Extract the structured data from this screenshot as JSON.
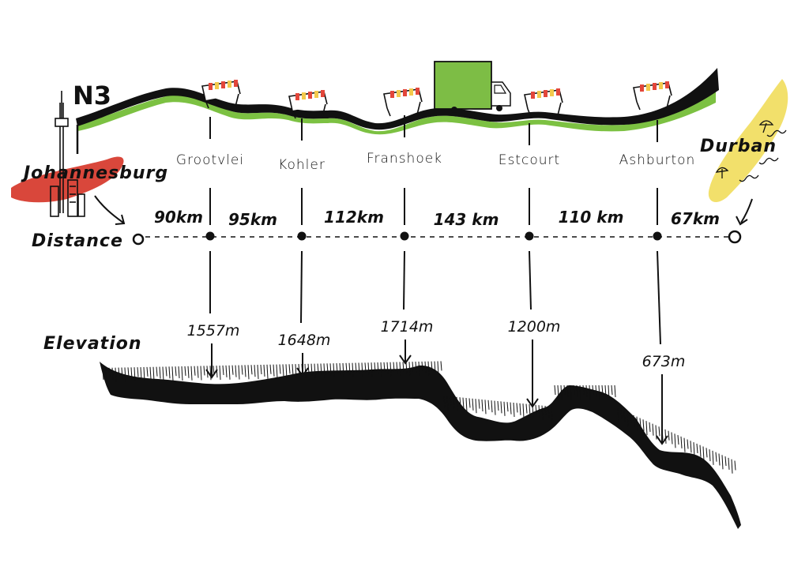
{
  "route": {
    "name": "N3"
  },
  "start_city": {
    "name": "Johannesburg"
  },
  "end_city": {
    "name": "Durban"
  },
  "labels": {
    "distance": "Distance",
    "elevation": "Elevation"
  },
  "stops": [
    {
      "name": "Grootvlei",
      "elevation": "1557m"
    },
    {
      "name": "Kohler",
      "elevation": "1648m"
    },
    {
      "name": "Franshoek",
      "elevation": "1714m"
    },
    {
      "name": "Estcourt",
      "elevation": "1200m"
    },
    {
      "name": "Ashburton",
      "elevation": "673m"
    }
  ],
  "segments": [
    "90km",
    "95km",
    "112km",
    "143 km",
    "110 km",
    "67km"
  ],
  "colors": {
    "ink": "#111111",
    "road_green": "#7cc142",
    "truck_green": "#7dbd45",
    "johannesburg_red": "#d9473b",
    "durban_yellow": "#f2e06b",
    "toll_stripe_red": "#e3463a",
    "toll_stripe_yellow": "#f3c94b"
  },
  "icons": [
    "tower-icon",
    "truck-icon",
    "toll-gate-icon",
    "umbrella-icon"
  ]
}
